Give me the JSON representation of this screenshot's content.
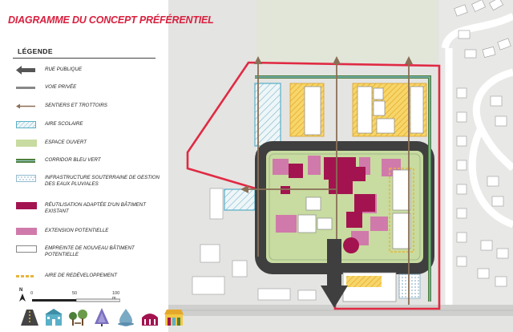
{
  "title": "DIAGRAMME DU CONCEPT PRÉFÉRENTIEL",
  "legend": {
    "heading": "LÉGENDE",
    "items": [
      {
        "key": "rue-publique",
        "label": "RUE PUBLIQUE",
        "style": "arrow",
        "color": "#555555"
      },
      {
        "key": "voie-privee",
        "label": "VOIE PRIVÉE",
        "style": "line",
        "color": "#888888"
      },
      {
        "key": "sentiers",
        "label": "SENTIERS ET TROTTOIRS",
        "style": "thin-arrow",
        "color": "#8a6f56"
      },
      {
        "key": "aire-scolaire",
        "label": "AIRE SCOLAIRE",
        "style": "hatch-outline",
        "color": "#5ab0c8"
      },
      {
        "key": "espace-ouvert",
        "label": "ESPACE OUVERT",
        "style": "fill",
        "color": "#c8dba0"
      },
      {
        "key": "corridor",
        "label": "CORRIDOR BLEU VERT",
        "style": "corridor",
        "color": "#4e7f3a"
      },
      {
        "key": "infrastructure",
        "label": "INFRASTRUCTURE SOUTERRAINE DE GESTION DES EAUX PLUVIALES",
        "style": "dots",
        "color": "#7aa9c4"
      },
      {
        "key": "reutilisation",
        "label": "RÉUTILISATION ADAPTÉE D'UN BÂTIMENT EXISTANT",
        "style": "fill",
        "color": "#a3134f"
      },
      {
        "key": "extension",
        "label": "EXTENSION POTENTIELLE",
        "style": "fill",
        "color": "#d07aab"
      },
      {
        "key": "empreinte",
        "label": "EMPREINTE DE NOUVEAU BÂTIMENT POTENTIELLE",
        "style": "outline",
        "color": "#888888"
      },
      {
        "key": "redeveloppement",
        "label": "AIRE DE REDÉVELOPPEMENT",
        "style": "dash",
        "color": "#e8b43a"
      }
    ]
  },
  "scale": {
    "north": "N",
    "ticks": [
      "0",
      "50",
      "100 m"
    ]
  },
  "icons": [
    "road-icon",
    "school-icon",
    "park-icon",
    "tree-icon",
    "water-drop-icon",
    "heritage-building-icon",
    "market-icon"
  ],
  "colors": {
    "site_boundary": "#e02a43",
    "road": "#4a4a4a",
    "open_space": "#c8dba0",
    "reuse": "#a3134f",
    "extension": "#d07aab",
    "redevelopment": "#f3c845",
    "school": "#5ab0c8",
    "path": "#8a6f56",
    "corridor": "#4e7f3a"
  }
}
